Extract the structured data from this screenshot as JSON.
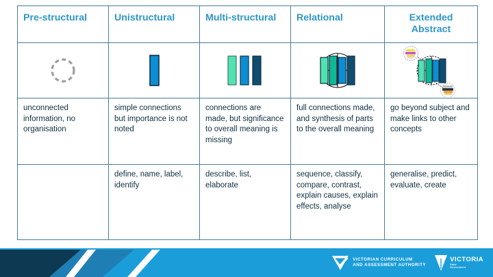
{
  "table": {
    "headers": [
      {
        "label": "Pre-structural",
        "align": "left"
      },
      {
        "label": "Unistructural",
        "align": "left"
      },
      {
        "label": "Multi-structural",
        "align": "left"
      },
      {
        "label": "Relational",
        "align": "left"
      },
      {
        "label": "Extended Abstract",
        "align": "center"
      }
    ],
    "icons": [
      {
        "name": "dashed-circle-icon",
        "desc": "grey dashed empty circle"
      },
      {
        "name": "single-bar-icon",
        "desc": "one blue bar"
      },
      {
        "name": "three-bars-icon",
        "desc": "three separate bars: mint, blue, navy"
      },
      {
        "name": "connected-bars-icon",
        "desc": "four bars inside circle with crosshair"
      },
      {
        "name": "extended-network-icon",
        "desc": "connected bars plus two external nodes"
      }
    ],
    "descriptions": [
      "unconnected information, no organisation",
      "simple connections but importance is not noted",
      "connections are made, but significance to overall meaning is missing",
      "full connections made, and synthesis of parts to the overall meaning",
      "go beyond subject and make links to other concepts"
    ],
    "verbs": [
      "",
      "define, name, label, identify",
      "describe, list, elaborate",
      "sequence, classify, compare, contrast, explain causes, explain effects, analyse",
      "generalise, predict, evaluate, create"
    ]
  },
  "banner": {
    "vcaa_line1": "VICTORIAN CURRICULUM",
    "vcaa_line2": "AND ASSESSMENT AUTHORITY",
    "vic_word": "VICTORIA",
    "vic_sub1": "State",
    "vic_sub2": "Government"
  },
  "colors": {
    "header_blue": "#2d96c9",
    "text_navy": "#0f3041",
    "border": "#4a7d96",
    "bar_mint": "#4fe3b0",
    "bar_teal": "#10b894",
    "bar_blue": "#0d8ed4",
    "bar_navy": "#104d70",
    "banner_bright": "#1b9dd9",
    "banner_mid": "#1f7fb5",
    "banner_dark": "#0d3a52"
  }
}
